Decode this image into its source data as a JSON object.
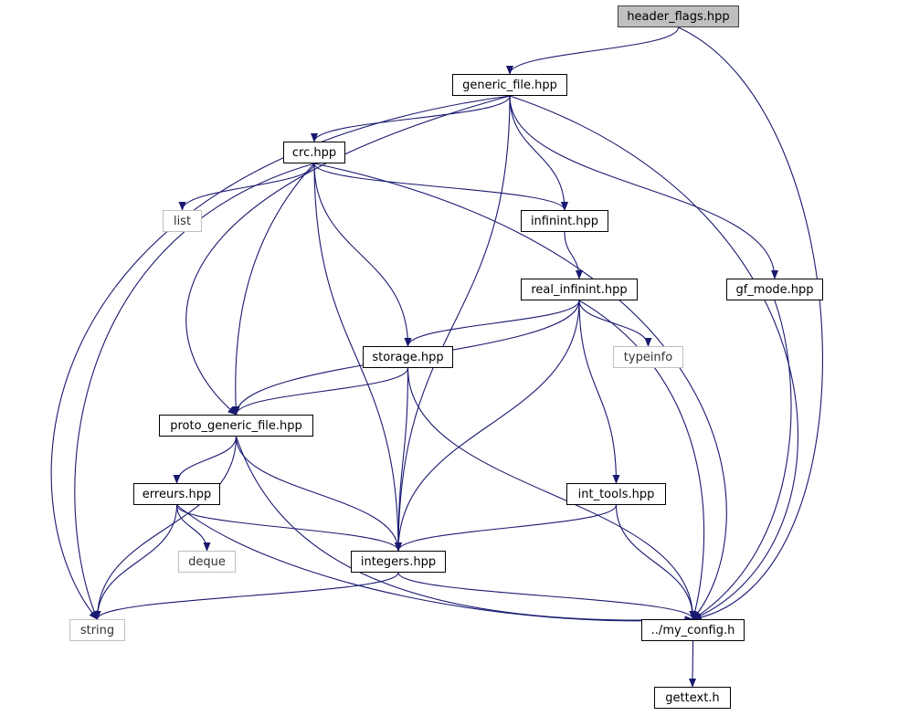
{
  "colors": {
    "edge": "#191970",
    "root_fill": "#bfbfbf",
    "external_border": "#bfbfbf"
  },
  "nodes": {
    "header_flags": "header_flags.hpp",
    "generic_file": "generic_file.hpp",
    "crc": "crc.hpp",
    "list": "list",
    "infinint": "infinint.hpp",
    "real_infinint": "real_infinint.hpp",
    "gf_mode": "gf_mode.hpp",
    "storage": "storage.hpp",
    "typeinfo": "typeinfo",
    "proto_generic_file": "proto_generic_file.hpp",
    "erreurs": "erreurs.hpp",
    "int_tools": "int_tools.hpp",
    "deque": "deque",
    "integers": "integers.hpp",
    "string": "string",
    "my_config": "../my_config.h",
    "gettext": "gettext.h"
  },
  "edges": [
    [
      "header_flags",
      "generic_file"
    ],
    [
      "header_flags",
      "my_config"
    ],
    [
      "generic_file",
      "string"
    ],
    [
      "generic_file",
      "crc"
    ],
    [
      "generic_file",
      "proto_generic_file"
    ],
    [
      "generic_file",
      "integers"
    ],
    [
      "generic_file",
      "infinint"
    ],
    [
      "generic_file",
      "gf_mode"
    ],
    [
      "generic_file",
      "my_config"
    ],
    [
      "crc",
      "string"
    ],
    [
      "crc",
      "list"
    ],
    [
      "crc",
      "proto_generic_file"
    ],
    [
      "crc",
      "integers"
    ],
    [
      "crc",
      "storage"
    ],
    [
      "crc",
      "infinint"
    ],
    [
      "crc",
      "my_config"
    ],
    [
      "infinint",
      "real_infinint"
    ],
    [
      "real_infinint",
      "proto_generic_file"
    ],
    [
      "real_infinint",
      "storage"
    ],
    [
      "real_infinint",
      "typeinfo"
    ],
    [
      "real_infinint",
      "integers"
    ],
    [
      "real_infinint",
      "int_tools"
    ],
    [
      "real_infinint",
      "my_config"
    ],
    [
      "gf_mode",
      "my_config"
    ],
    [
      "storage",
      "proto_generic_file"
    ],
    [
      "storage",
      "integers"
    ],
    [
      "storage",
      "my_config"
    ],
    [
      "proto_generic_file",
      "string"
    ],
    [
      "proto_generic_file",
      "erreurs"
    ],
    [
      "proto_generic_file",
      "integers"
    ],
    [
      "proto_generic_file",
      "my_config"
    ],
    [
      "erreurs",
      "deque"
    ],
    [
      "erreurs",
      "string"
    ],
    [
      "erreurs",
      "integers"
    ],
    [
      "erreurs",
      "my_config"
    ],
    [
      "int_tools",
      "integers"
    ],
    [
      "int_tools",
      "my_config"
    ],
    [
      "integers",
      "string"
    ],
    [
      "integers",
      "my_config"
    ],
    [
      "my_config",
      "gettext"
    ]
  ]
}
